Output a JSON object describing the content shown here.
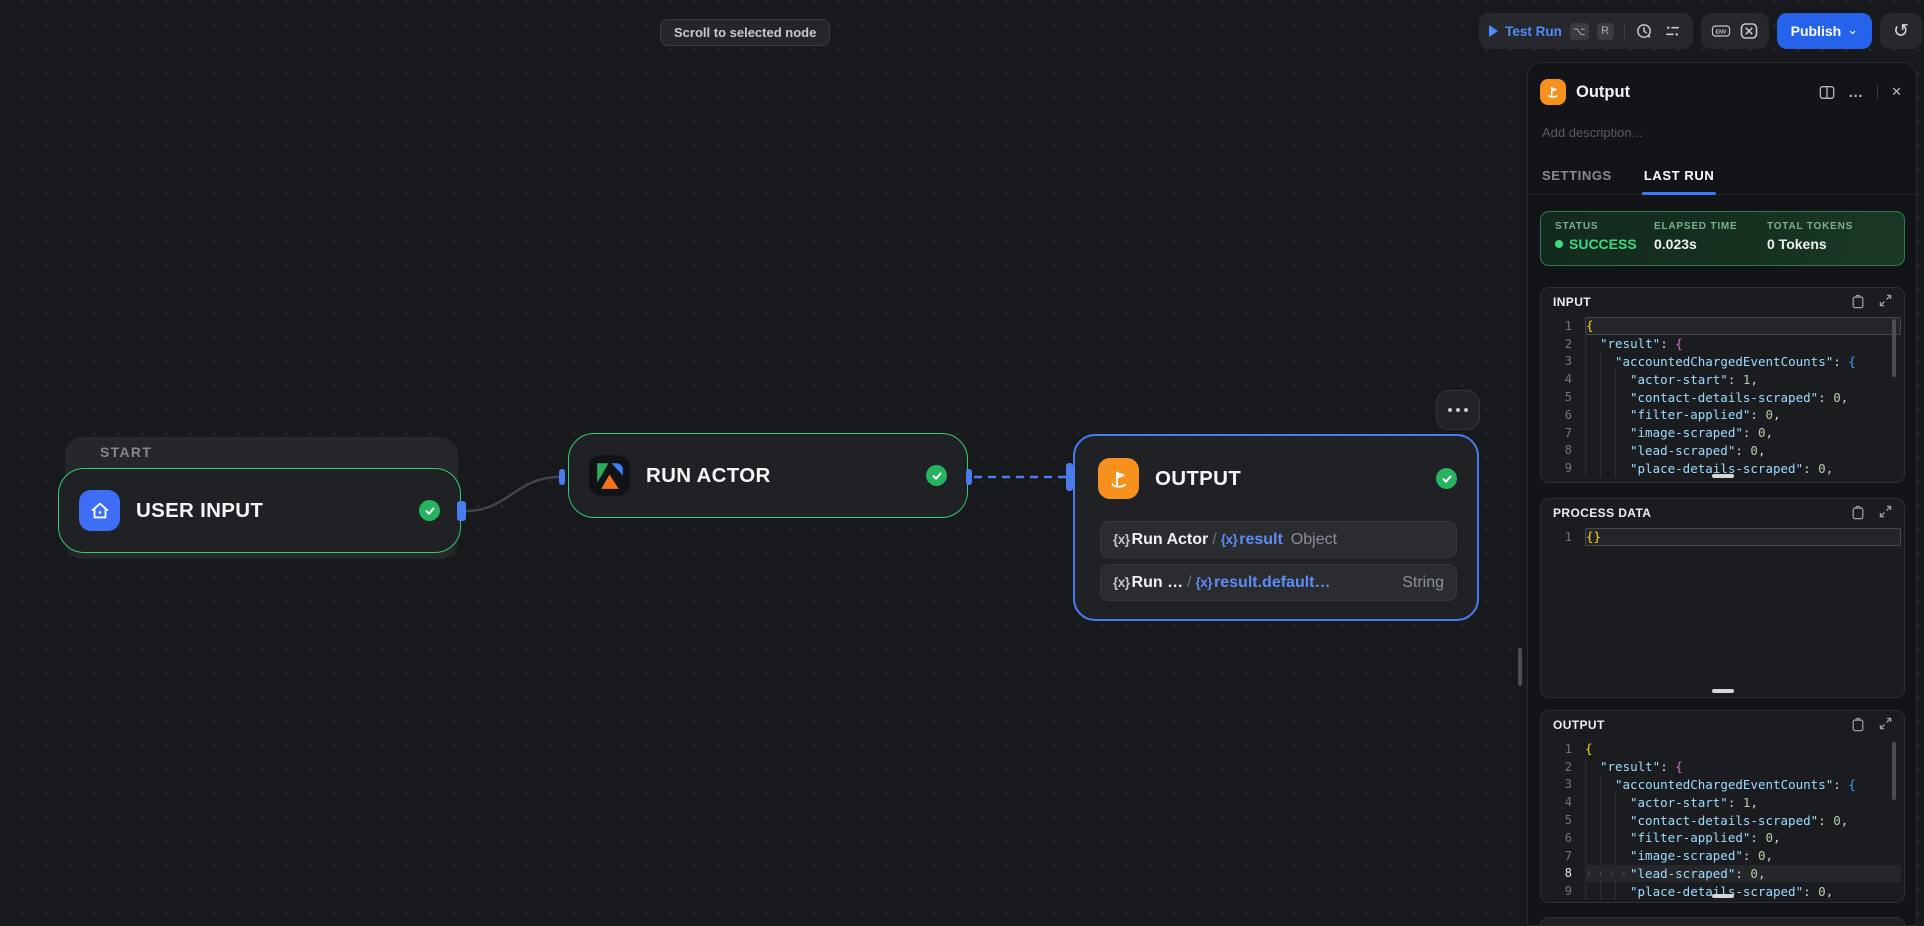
{
  "canvas": {
    "tooltip": "Scroll to selected node",
    "start_group_label": "START",
    "nodes": {
      "user_input": {
        "title": "USER INPUT"
      },
      "run_actor": {
        "title": "RUN ACTOR"
      },
      "output": {
        "title": "OUTPUT",
        "mappings": [
          {
            "fx": "{x}",
            "source": "Run Actor",
            "sep": "/",
            "fx2": "{x}",
            "path": "result",
            "type": "Object"
          },
          {
            "fx": "{x}",
            "source": "Run …",
            "sep": "/",
            "fx2": "{x}",
            "path": "result.default…",
            "type": "String"
          }
        ]
      }
    }
  },
  "toolbar": {
    "test_run_label": "Test Run",
    "shortcut_keys": {
      "k1": "⌥",
      "k2": "R"
    },
    "env_glyph": "ENV",
    "var_glyph": "x",
    "publish_label": "Publish",
    "publish_chevron": "⌄",
    "history_glyph": "↺"
  },
  "panel": {
    "title": "Output",
    "description_placeholder": "Add description...",
    "more_glyph": "…",
    "close_glyph": "✕",
    "tabs": {
      "settings": "SETTINGS",
      "last_run": "LAST RUN"
    },
    "status": {
      "status_label": "STATUS",
      "status_value": "SUCCESS",
      "elapsed_label": "ELAPSED TIME",
      "elapsed_value": "0.023s",
      "tokens_label": "TOTAL TOKENS",
      "tokens_value": "0 Tokens"
    },
    "sections": [
      {
        "title": "INPUT",
        "lines": [
          {
            "n": 1,
            "ind": 0,
            "cur": true,
            "tok": [
              [
                "{",
                "b1"
              ]
            ]
          },
          {
            "n": 2,
            "ind": 1,
            "tok": [
              [
                "\"result\"",
                "key"
              ],
              [
                ": ",
                "pun"
              ],
              [
                "{",
                "b2"
              ]
            ]
          },
          {
            "n": 3,
            "ind": 2,
            "tok": [
              [
                "\"accountedChargedEventCounts\"",
                "key"
              ],
              [
                ": ",
                "pun"
              ],
              [
                "{",
                "b3"
              ]
            ]
          },
          {
            "n": 4,
            "ind": 3,
            "tok": [
              [
                "\"actor-start\"",
                "key"
              ],
              [
                ": ",
                "pun"
              ],
              [
                "1",
                "num"
              ],
              [
                ",",
                "pun"
              ]
            ]
          },
          {
            "n": 5,
            "ind": 3,
            "tok": [
              [
                "\"contact-details-scraped\"",
                "key"
              ],
              [
                ": ",
                "pun"
              ],
              [
                "0",
                "num"
              ],
              [
                ",",
                "pun"
              ]
            ]
          },
          {
            "n": 6,
            "ind": 3,
            "tok": [
              [
                "\"filter-applied\"",
                "key"
              ],
              [
                ": ",
                "pun"
              ],
              [
                "0",
                "num"
              ],
              [
                ",",
                "pun"
              ]
            ]
          },
          {
            "n": 7,
            "ind": 3,
            "tok": [
              [
                "\"image-scraped\"",
                "key"
              ],
              [
                ": ",
                "pun"
              ],
              [
                "0",
                "num"
              ],
              [
                ",",
                "pun"
              ]
            ]
          },
          {
            "n": 8,
            "ind": 3,
            "tok": [
              [
                "\"lead-scraped\"",
                "key"
              ],
              [
                ": ",
                "pun"
              ],
              [
                "0",
                "num"
              ],
              [
                ",",
                "pun"
              ]
            ]
          },
          {
            "n": 9,
            "ind": 3,
            "tok": [
              [
                "\"place-details-scraped\"",
                "key"
              ],
              [
                ": ",
                "pun"
              ],
              [
                "0",
                "num"
              ],
              [
                ",",
                "pun"
              ]
            ]
          }
        ]
      },
      {
        "title": "PROCESS DATA",
        "lines": [
          {
            "n": 1,
            "ind": 0,
            "cur": true,
            "tok": [
              [
                "{}",
                "b1"
              ]
            ]
          }
        ]
      },
      {
        "title": "OUTPUT",
        "lines": [
          {
            "n": 1,
            "ind": 0,
            "tok": [
              [
                "{",
                "b1"
              ]
            ]
          },
          {
            "n": 2,
            "ind": 1,
            "tok": [
              [
                "\"result\"",
                "key"
              ],
              [
                ": ",
                "pun"
              ],
              [
                "{",
                "b2"
              ]
            ]
          },
          {
            "n": 3,
            "ind": 2,
            "tok": [
              [
                "\"accountedChargedEventCounts\"",
                "key"
              ],
              [
                ": ",
                "pun"
              ],
              [
                "{",
                "b3"
              ]
            ]
          },
          {
            "n": 4,
            "ind": 3,
            "tok": [
              [
                "\"actor-start\"",
                "key"
              ],
              [
                ": ",
                "pun"
              ],
              [
                "1",
                "num"
              ],
              [
                ",",
                "pun"
              ]
            ]
          },
          {
            "n": 5,
            "ind": 3,
            "tok": [
              [
                "\"contact-details-scraped\"",
                "key"
              ],
              [
                ": ",
                "pun"
              ],
              [
                "0",
                "num"
              ],
              [
                ",",
                "pun"
              ]
            ]
          },
          {
            "n": 6,
            "ind": 3,
            "tok": [
              [
                "\"filter-applied\"",
                "key"
              ],
              [
                ": ",
                "pun"
              ],
              [
                "0",
                "num"
              ],
              [
                ",",
                "pun"
              ]
            ]
          },
          {
            "n": 7,
            "ind": 3,
            "tok": [
              [
                "\"image-scraped\"",
                "key"
              ],
              [
                ": ",
                "pun"
              ],
              [
                "0",
                "num"
              ],
              [
                ",",
                "pun"
              ]
            ]
          },
          {
            "n": 8,
            "ind": 3,
            "sel": true,
            "tok": [
              [
                "\"lead-scraped\"",
                "key"
              ],
              [
                ": ",
                "pun"
              ],
              [
                "0",
                "num"
              ],
              [
                ",",
                "pun"
              ]
            ]
          },
          {
            "n": 9,
            "ind": 3,
            "tok": [
              [
                "\"place-details-scraped\"",
                "key"
              ],
              [
                ": ",
                "pun"
              ],
              [
                "0",
                "num"
              ],
              [
                ",",
                "pun"
              ]
            ]
          }
        ]
      }
    ]
  }
}
